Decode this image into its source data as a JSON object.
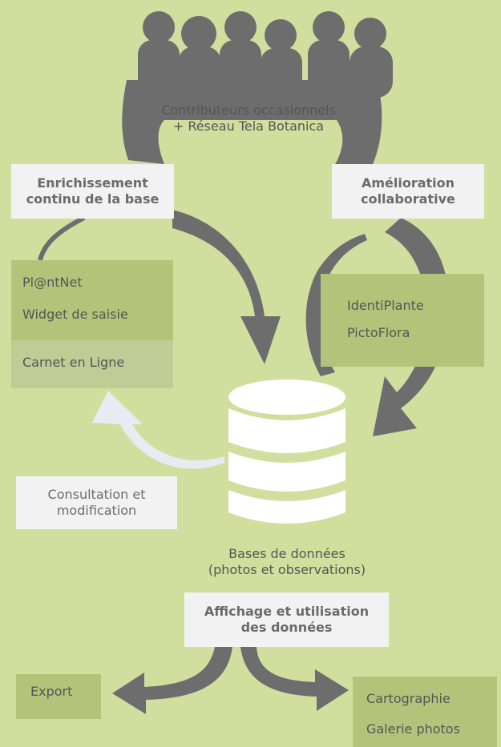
{
  "contributors": {
    "line1": "Contributeurs occasionnels",
    "line2": "+ Réseau Tela Botanica"
  },
  "labels": {
    "enrichment_line1": "Enrichissement",
    "enrichment_line2": "continu de la base",
    "improvement_line1": "Amélioration",
    "improvement_line2": "collaborative",
    "consultation_line1": "Consultation et",
    "consultation_line2": "modification",
    "display_line1": "Affichage et utilisation",
    "display_line2": "des données"
  },
  "sources": {
    "items": [
      "Pl@ntNet",
      "Widget de saisie"
    ],
    "carnet": "Carnet en Ligne"
  },
  "identification": {
    "items": [
      "IdentiPlante",
      "PictoFlora"
    ]
  },
  "database": {
    "line1": "Bases de données",
    "line2": "(photos et observations)"
  },
  "outputs": {
    "export": "Export",
    "items": [
      "Cartographie",
      "Galerie photos"
    ]
  },
  "colors": {
    "background": "#d1df9e",
    "dark_grey": "#6d6d6d",
    "light_box": "#f2f2f2",
    "green_box": "#b3c47a",
    "pale_arrow": "#e8ebf1"
  }
}
